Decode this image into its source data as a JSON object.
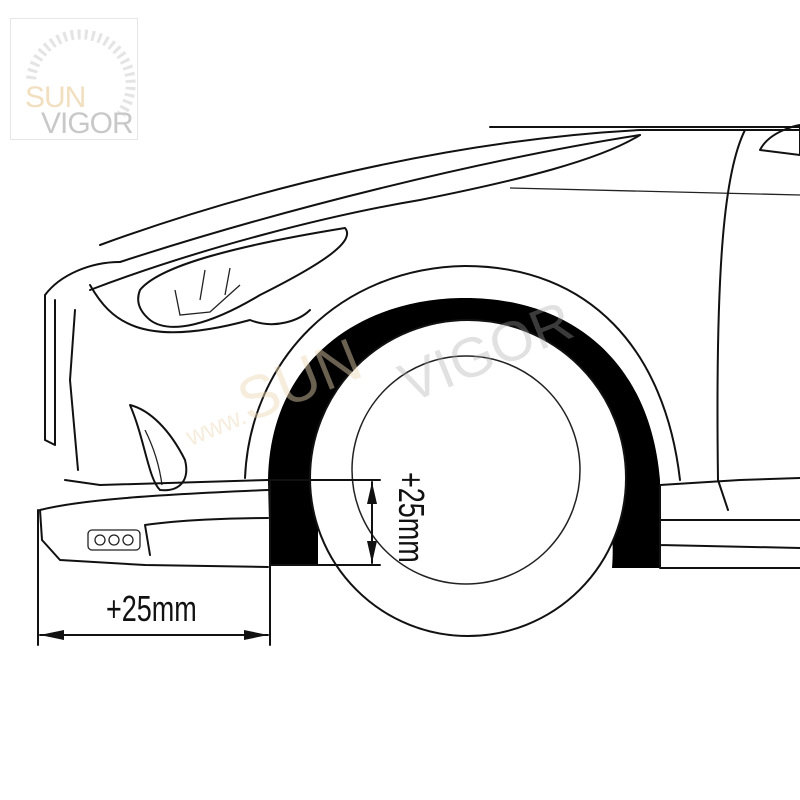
{
  "logo": {
    "text_top": "SUN",
    "text_bottom": "VIGOR"
  },
  "watermark": {
    "prefix": "www.",
    "brand_a": "SUN",
    "brand_b": "VIGOR"
  },
  "dimensions": {
    "horizontal_label": "+25mm",
    "vertical_label": "+25mm"
  },
  "colors": {
    "line": "#111111",
    "arch": "#000000",
    "logo_sun": "#f1dfc0",
    "logo_vigor": "#c8c8c8"
  }
}
